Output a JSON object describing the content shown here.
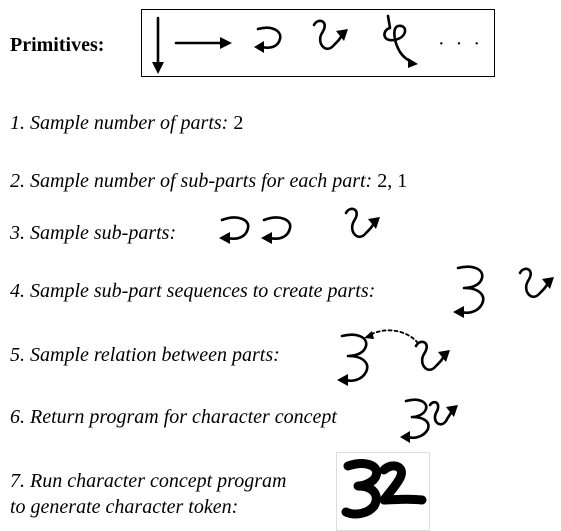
{
  "primitives": {
    "label": "Primitives:",
    "ellipsis": "· · ·"
  },
  "steps": [
    {
      "text": "1. Sample number of parts:",
      "value": "2"
    },
    {
      "text": "2. Sample number of sub-parts for each part:",
      "value": "2, 1"
    },
    {
      "text": "3. Sample sub-parts:"
    },
    {
      "text": "4. Sample sub-part sequences to create parts:"
    },
    {
      "text": "5. Sample relation between parts:"
    },
    {
      "text": "6. Return program for character concept"
    },
    {
      "text_line1": "7. Run character concept program",
      "text_line2": "to generate character token:"
    }
  ]
}
